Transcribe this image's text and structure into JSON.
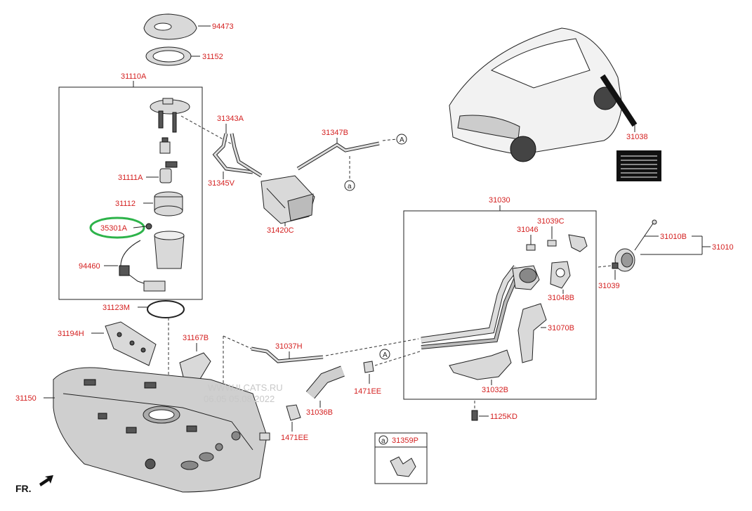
{
  "labels": {
    "p94473": "94473",
    "p31152": "31152",
    "p31110A": "31110A",
    "p31343A": "31343A",
    "p31347B": "31347B",
    "p31111A": "31111A",
    "p31345V": "31345V",
    "p31112": "31112",
    "p31420C": "31420C",
    "p35301A": "35301A",
    "p94460": "94460",
    "p31123M": "31123M",
    "p31194H": "31194H",
    "p31167B": "31167B",
    "p31037H": "31037H",
    "p31150": "31150",
    "p31036B": "31036B",
    "p1471EE_a": "1471EE",
    "p1471EE_b": "1471EE",
    "p31030": "31030",
    "p31039C": "31039C",
    "p31046": "31046",
    "p31010B": "31010B",
    "p31010": "31010",
    "p31039": "31039",
    "p31048B": "31048B",
    "p31070B": "31070B",
    "p31032B": "31032B",
    "p1125KD": "1125KD",
    "p31038": "31038",
    "p31359P": "31359P"
  },
  "callouts": {
    "A1": "A",
    "A2": "A",
    "a1": "a",
    "a2": "a"
  },
  "watermark": {
    "line1": "WWW.ILCATS.RU",
    "line2": "06.05 05.08.2022"
  },
  "direction_marker": "FR.",
  "highlight": {
    "part": "35301A",
    "color": "#2db34a"
  },
  "colors": {
    "label": "#d42020",
    "line": "#222222"
  }
}
